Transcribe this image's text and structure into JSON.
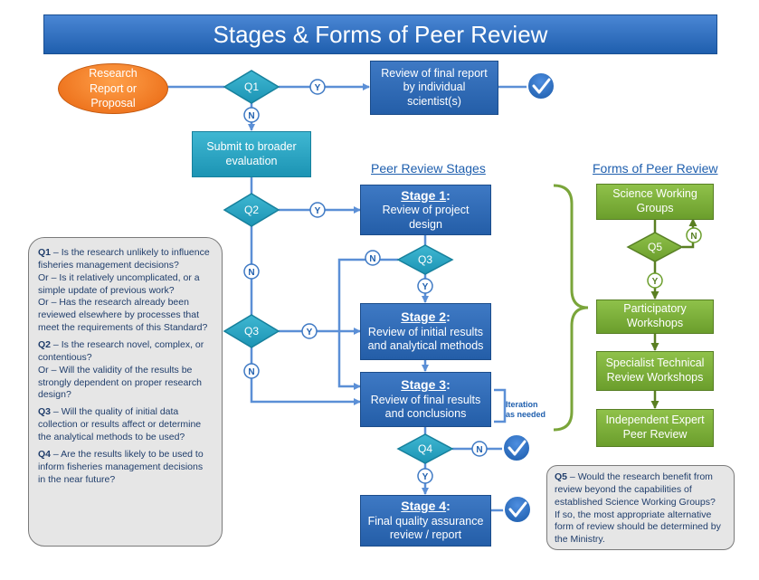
{
  "title": "Stages & Forms of Peer Review",
  "start_node": {
    "line1": "Research",
    "line2": "Report or",
    "line3": "Proposal"
  },
  "decisions": {
    "q1": "Q1",
    "q2": "Q2",
    "q3_main": "Q3",
    "q3_inner": "Q3",
    "q4": "Q4",
    "q5": "Q5"
  },
  "answer_yes": "Y",
  "answer_no": "N",
  "review_final_report": {
    "line1": "Review of final report",
    "line2": "by individual",
    "line3": "scientist(s)"
  },
  "submit_broader": {
    "line1": "Submit  to broader",
    "line2": "evaluation"
  },
  "section_stages": "Peer Review Stages",
  "section_forms": "Forms of Peer Review",
  "stage1": {
    "title": "Stage 1",
    "colon": ":",
    "line1": "Review of project",
    "line2": "design"
  },
  "stage2": {
    "title": "Stage 2",
    "colon": ":",
    "line1": "Review of initial results",
    "line2": "and analytical methods"
  },
  "stage3": {
    "title": "Stage 3",
    "colon": ":",
    "line1": "Review of final results",
    "line2": "and conclusions"
  },
  "stage4": {
    "title": "Stage 4",
    "colon": ":",
    "line1": "Final quality assurance",
    "line2": "review / report"
  },
  "iteration": {
    "line1": "Iteration",
    "line2": "as needed"
  },
  "forms": {
    "f1": {
      "line1": "Science Working",
      "line2": "Groups"
    },
    "f2": {
      "line1": "Participatory",
      "line2": "Workshops"
    },
    "f3": {
      "line1": "Specialist Technical",
      "line2": "Review Workshops"
    },
    "f4": {
      "line1": "Independent Expert",
      "line2": "Peer Review"
    }
  },
  "notes_left": {
    "q1_label": "Q1",
    "q1_text": " – Is the research unlikely to influence fisheries management decisions?",
    "q1_or1": "Or – Is it relatively uncomplicated, or a simple update of previous work?",
    "q1_or2": "Or – Has the research already been reviewed elsewhere by processes that meet the requirements of this Standard?",
    "q2_label": "Q2",
    "q2_text": " – Is the research novel,  complex, or contentious?",
    "q2_or1": "Or – Will the validity of the results be strongly dependent on proper research design?",
    "q3_label": "Q3",
    "q3_text": " – Will the quality of initial data collection or results affect or determine the analytical methods to be used?",
    "q4_label": "Q4",
    "q4_text": " – Are the results likely to be used to inform fisheries management decisions in the near future?"
  },
  "notes_right": {
    "q5_label": "Q5",
    "q5_text": " – Would the research benefit from review beyond the capabilities of established Science Working Groups?",
    "q5_or": "If so, the most appropriate alternative form of review should be determined by the Ministry."
  },
  "colors": {
    "blue": "#245ea8",
    "teal": "#1c94b4",
    "green": "#6b9e2c",
    "orange": "#e8650f",
    "arrow": "#5b8fd6",
    "bracket": "#7aa53a"
  }
}
